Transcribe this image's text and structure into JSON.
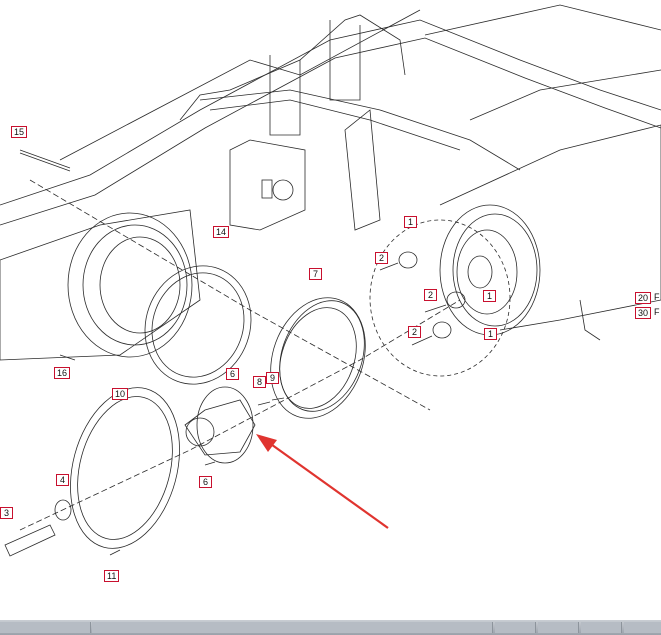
{
  "callouts": [
    {
      "id": "c15",
      "label": "15"
    },
    {
      "id": "c14",
      "label": "14"
    },
    {
      "id": "c7",
      "label": "7"
    },
    {
      "id": "c1a",
      "label": "1"
    },
    {
      "id": "c2a",
      "label": "2"
    },
    {
      "id": "c1b",
      "label": "1"
    },
    {
      "id": "c2b",
      "label": "2"
    },
    {
      "id": "c2c",
      "label": "2"
    },
    {
      "id": "c1c",
      "label": "1"
    },
    {
      "id": "c20",
      "label": "20"
    },
    {
      "id": "c30",
      "label": "30"
    },
    {
      "id": "c16",
      "label": "16"
    },
    {
      "id": "c10",
      "label": "10"
    },
    {
      "id": "c6a",
      "label": "6"
    },
    {
      "id": "c8",
      "label": "8"
    },
    {
      "id": "c9",
      "label": "9"
    },
    {
      "id": "c6b",
      "label": "6"
    },
    {
      "id": "c4",
      "label": "4"
    },
    {
      "id": "c3",
      "label": "3"
    },
    {
      "id": "c11",
      "label": "11"
    }
  ],
  "edge_letters": {
    "r20": "F",
    "r30": "F"
  },
  "colors": {
    "line": "#2b2b2b",
    "callout_border": "#c8102e",
    "arrow": "#e0342f"
  }
}
